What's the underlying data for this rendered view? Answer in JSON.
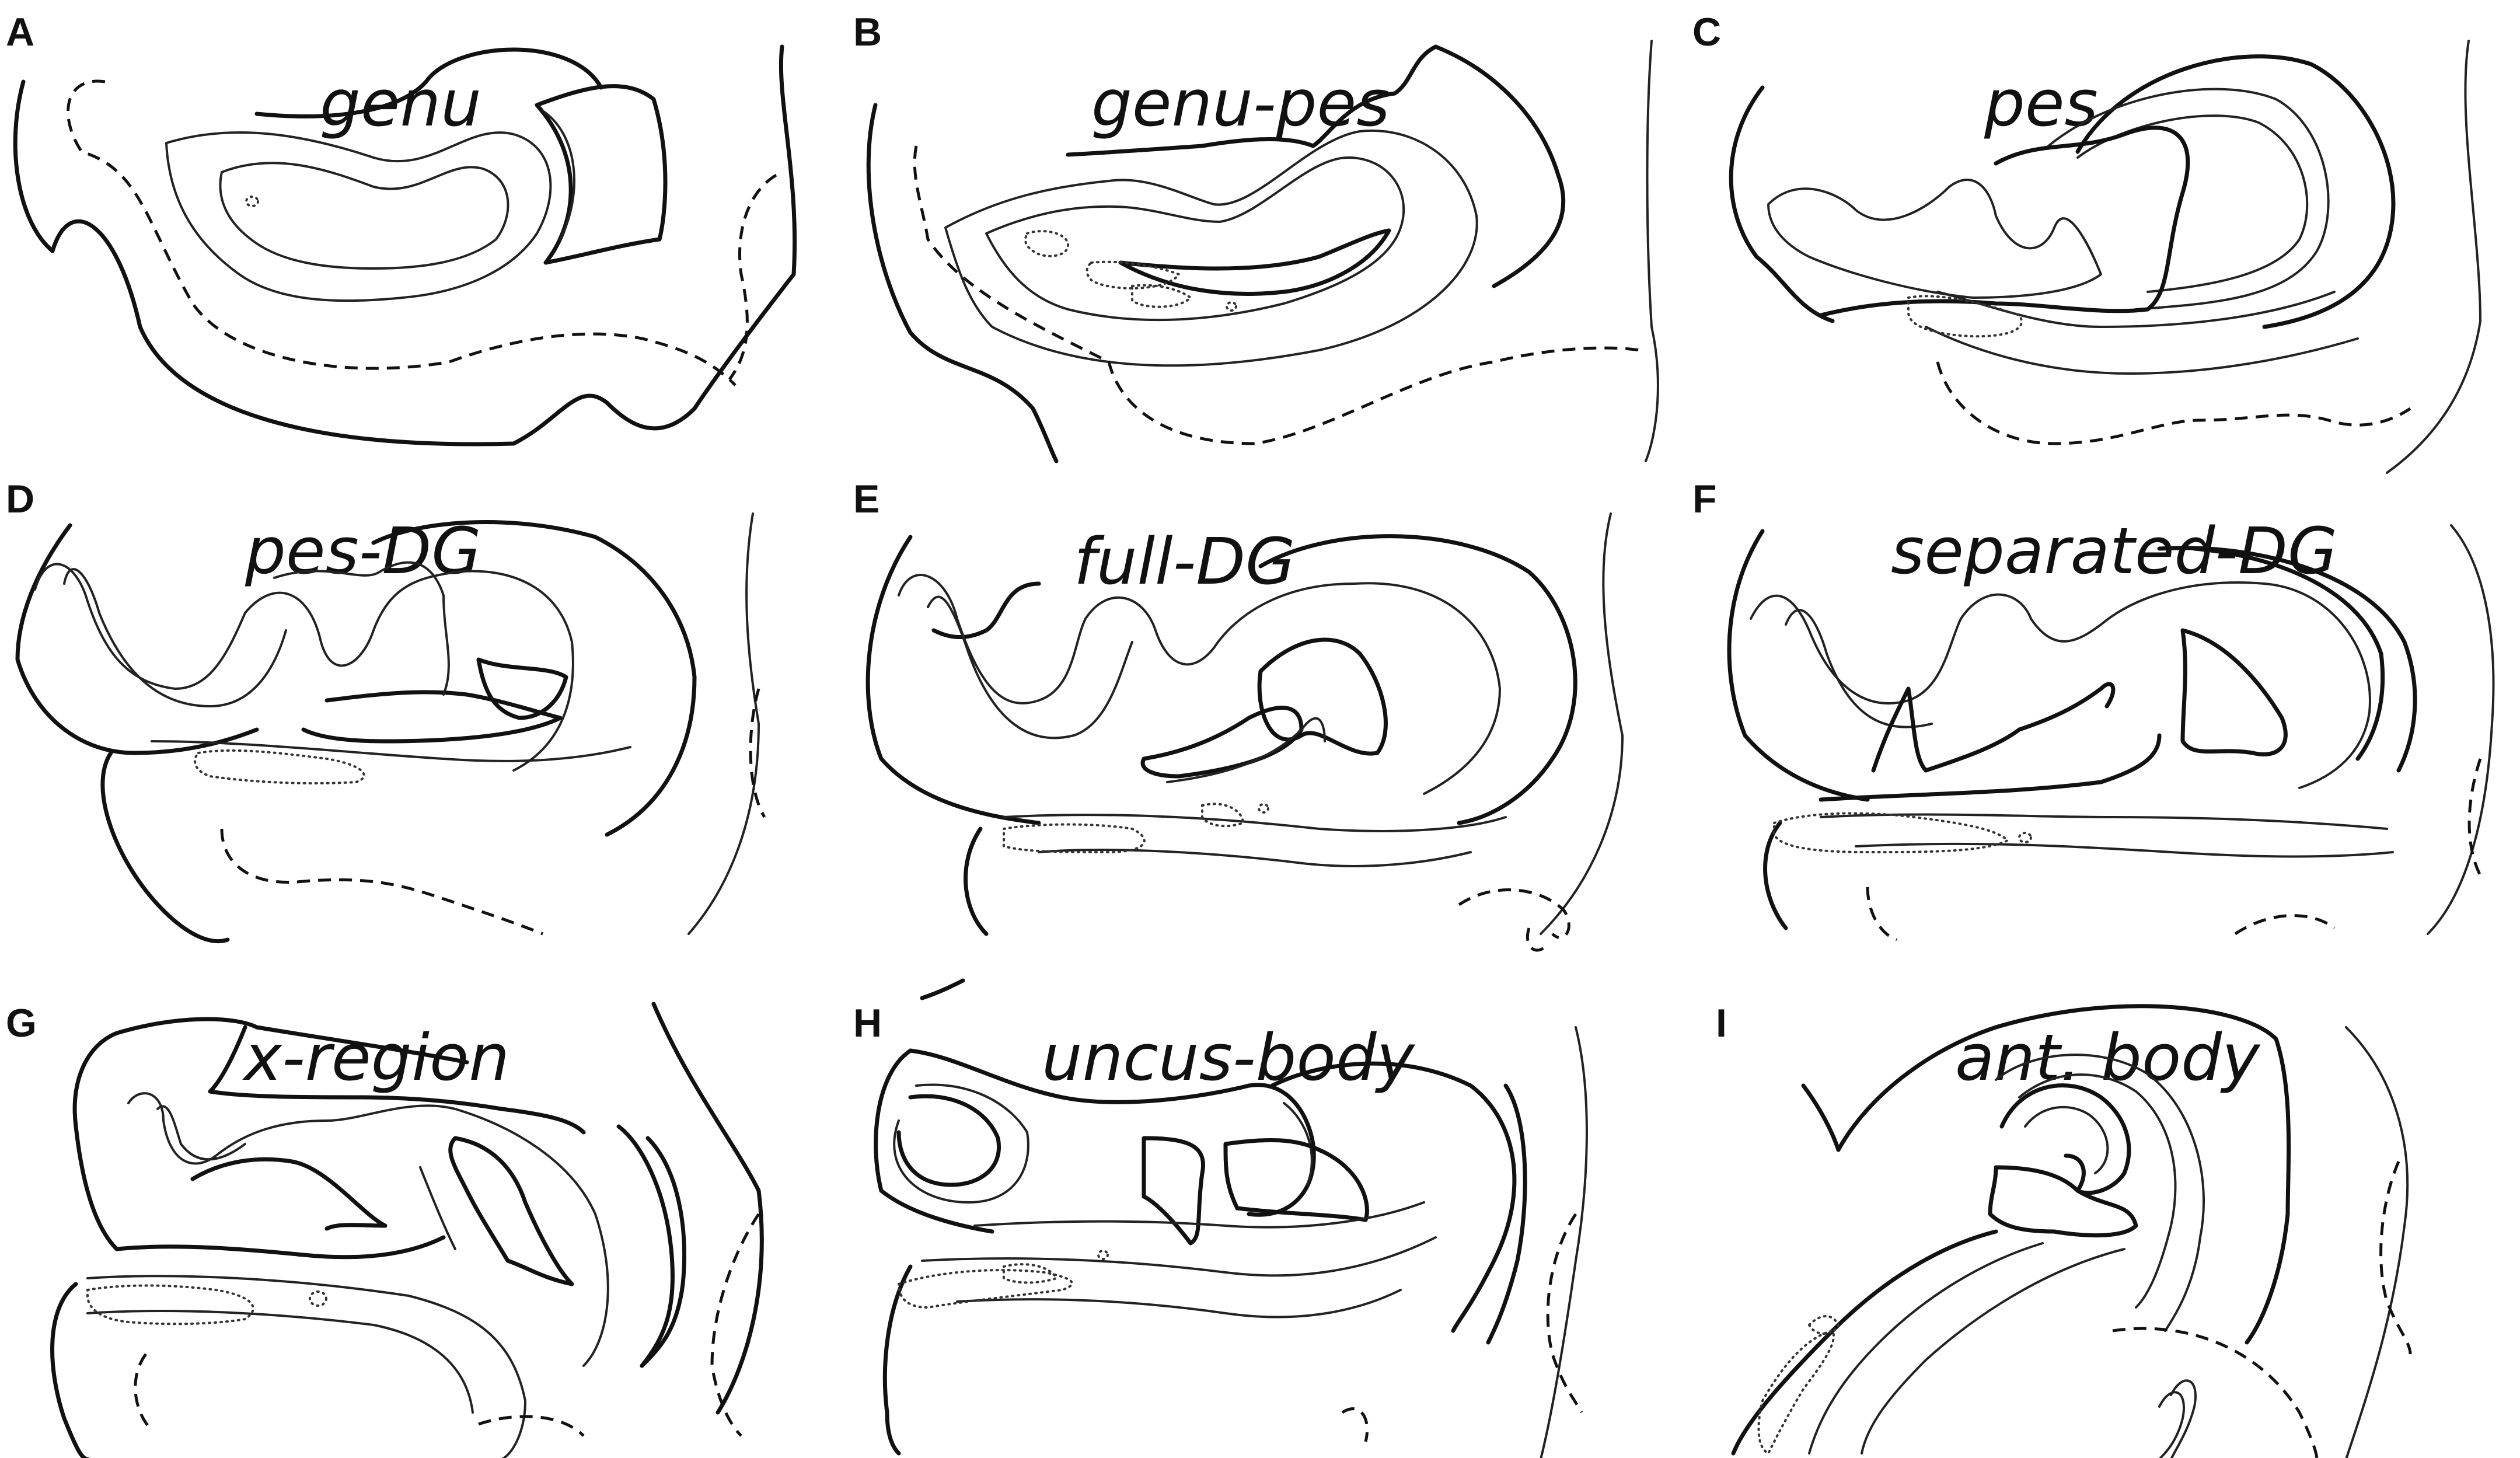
{
  "figure": {
    "panels": [
      {
        "id": "A",
        "title": "genu"
      },
      {
        "id": "B",
        "title": "genu-pes"
      },
      {
        "id": "C",
        "title": "pes"
      },
      {
        "id": "D",
        "title": "pes-DG"
      },
      {
        "id": "E",
        "title": "full-DG"
      },
      {
        "id": "F",
        "title": "separated-DG"
      },
      {
        "id": "G",
        "title": "x-region"
      },
      {
        "id": "H",
        "title": "uncus-body"
      },
      {
        "id": "I",
        "title": "ant. body"
      }
    ],
    "colors": {
      "line": "#111111",
      "background": "#ffffff"
    }
  }
}
